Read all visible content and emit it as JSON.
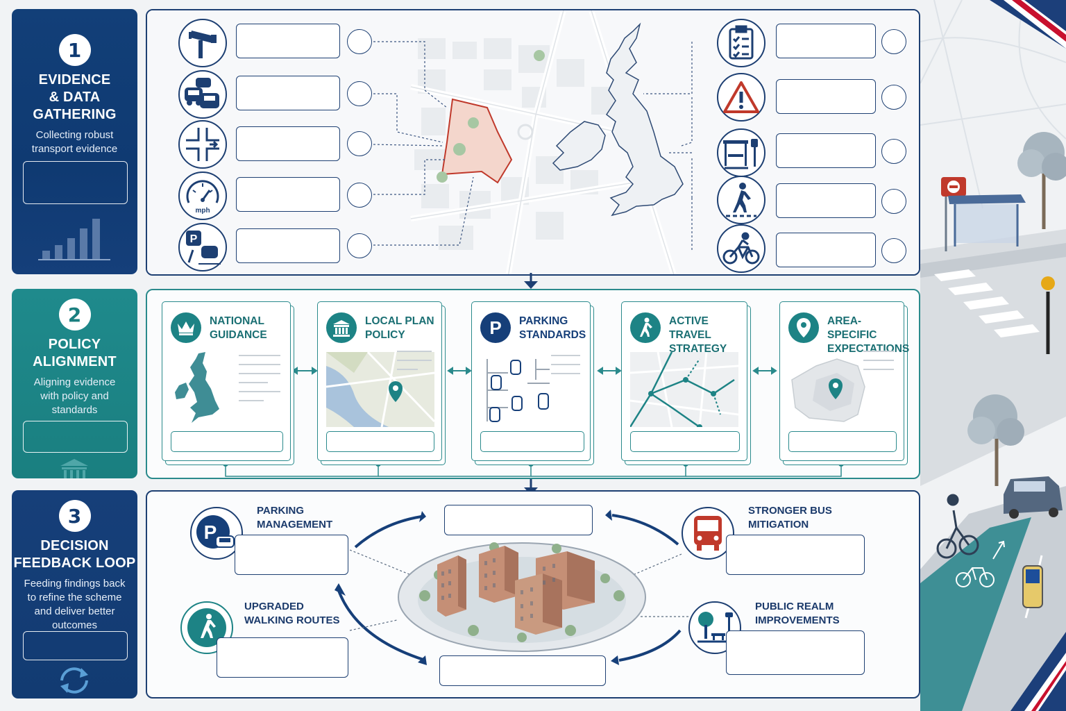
{
  "steps": [
    {
      "number": "1",
      "title_lines": [
        "EVIDENCE",
        "& DATA",
        "GATHERING"
      ],
      "subtitle_lines": [
        "Collecting robust",
        "transport evidence"
      ]
    },
    {
      "number": "2",
      "title_lines": [
        "POLICY",
        "ALIGNMENT"
      ],
      "subtitle_lines": [
        "Aligning evidence",
        "with policy and",
        "standards"
      ]
    },
    {
      "number": "3",
      "title_lines": [
        "DECISION",
        "FEEDBACK LOOP"
      ],
      "subtitle_lines": [
        "Feeding findings back",
        "to refine the scheme",
        "and deliver better",
        "outcomes"
      ]
    }
  ],
  "evidence_icons_left": [
    "traffic-camera-icon",
    "traffic-congestion-icon",
    "junction-icon",
    "speedometer-icon",
    "parking-icon"
  ],
  "evidence_icons_right": [
    "survey-checklist-icon",
    "warning-icon",
    "bus-stop-icon",
    "pedestrian-icon",
    "cyclist-icon"
  ],
  "speed_unit": "mph",
  "policy": [
    {
      "title_lines": [
        "NATIONAL",
        "GUIDANCE"
      ],
      "icon": "crown-icon"
    },
    {
      "title_lines": [
        "LOCAL PLAN",
        "POLICY"
      ],
      "icon": "town-hall-icon"
    },
    {
      "title_lines": [
        "PARKING",
        "STANDARDS"
      ],
      "icon": "parking-icon"
    },
    {
      "title_lines": [
        "ACTIVE TRAVEL",
        "STRATEGY"
      ],
      "icon": "pedestrian-icon"
    },
    {
      "title_lines": [
        "AREA-SPECIFIC",
        "EXPECTATIONS"
      ],
      "icon": "location-pin-icon"
    }
  ],
  "parking_letter": "P",
  "feedback": [
    {
      "title_lines": [
        "PARKING",
        "MANAGEMENT"
      ],
      "icon": "parking-car-icon"
    },
    {
      "title_lines": [
        "STRONGER BUS",
        "MITIGATION"
      ],
      "icon": "bus-icon"
    },
    {
      "title_lines": [
        "UPGRADED",
        "WALKING ROUTES"
      ],
      "icon": "pedestrian-icon"
    },
    {
      "title_lines": [
        "PUBLIC REALM",
        "IMPROVEMENTS"
      ],
      "icon": "tree-bench-lamp-icon"
    }
  ],
  "colors": {
    "navy": "#163f79",
    "teal": "#1d8385",
    "red": "#c0392b"
  }
}
